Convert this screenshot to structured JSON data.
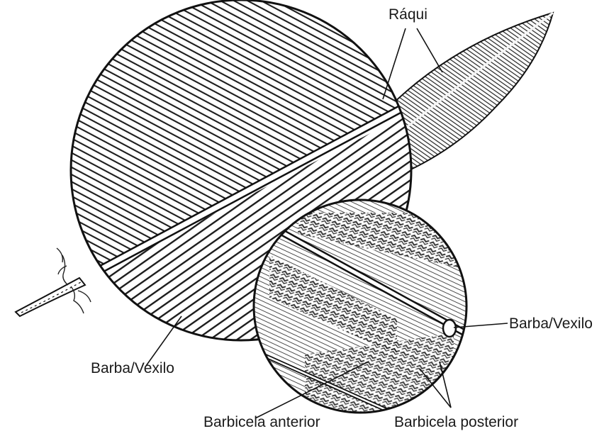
{
  "diagram": {
    "labels": {
      "raqui": "Ráqui",
      "barba_vexilo_inset": "Barba/Vexilo",
      "barba_vexilo_main": "Barba/Vexilo",
      "barbicela_anterior": "Barbicela anterior",
      "barbicela_posterior": "Barbicela posterior"
    }
  }
}
